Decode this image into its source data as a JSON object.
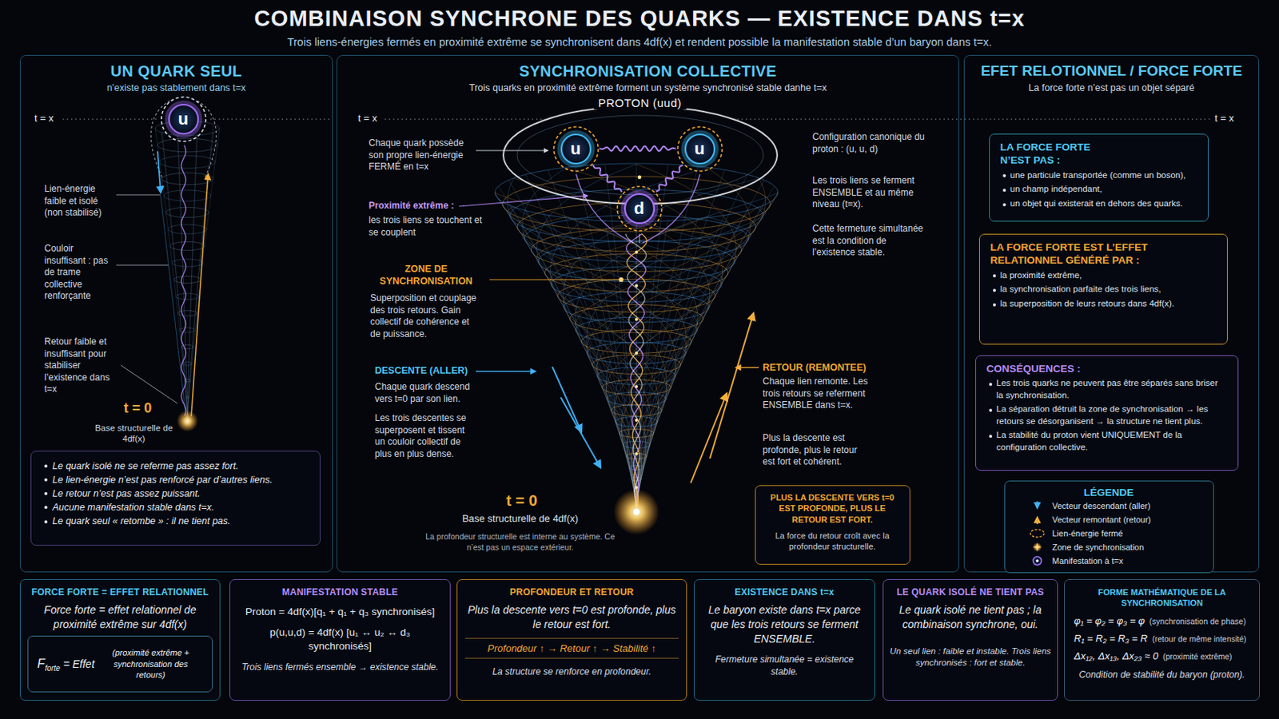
{
  "diagram": {
    "title": "COMBINAISON SYNCHRONE DES QUARKS — EXISTENCE DANS t=x",
    "caption": "Trois liens-énergies fermés en proximité extrême se synchronisent dans 4df(x) et rendent possible la manifestation stable d’un baryon dans t=x.",
    "nodes": [
      {
        "text": [
          "UN QUARK SEUL",
          "n’existe pas stablement dans t=x"
        ]
      },
      {
        "text": [
          "u"
        ],
        "in": 0
      },
      {
        "text": [
          "Le quark isolé ne se referme pas assez fort.",
          "Le lien-énergie n’est pas renforcé par d’autres liens.",
          "Le retour n’est pas assez puissant.",
          "Aucune manifestation stable dans t=x.",
          "Le quark seul « retombe » : il ne tient pas."
        ],
        "in": 0
      },
      {
        "text": [
          "SYNCHRONISATION COLLECTIVE",
          "Trois quarks en proximité extrême forment un système synchronisé stable danhe t=x"
        ]
      },
      {
        "text": [
          "PROTON (uud)"
        ],
        "in": 3
      },
      {
        "text": [
          "u"
        ],
        "in": 4
      },
      {
        "text": [
          "u"
        ],
        "in": 4
      },
      {
        "text": [
          "d"
        ],
        "in": 4
      },
      {
        "text": [
          "PLUS LA DESCENTE VERS t=0 EST PROFONDE, PLUS LE RETOUR EST FORT.",
          "La force du retour croît avec la profondeur structurelle."
        ],
        "in": 3
      },
      {
        "text": [
          "EFET RELOTIONNEL / FORCE FORTE",
          "La force forte n’est pas un objet séparé"
        ]
      },
      {
        "text": [
          "LA FORCE FORTE N’EST PAS :",
          "une particule transportée (comme un boson),",
          "un champ indépendant,",
          "un objet qui existerait en dehors des quarks."
        ],
        "in": 9
      },
      {
        "text": [
          "LA FORCE FORTE EST L’EFFET RELATIONNEL GÉNÉRÉ PAR :",
          "la proximité extrême,",
          "la synchronisation parfaite des trois liens,",
          "la superposition de leurs retours dans 4df(x)."
        ],
        "in": 9
      },
      {
        "text": [
          "CONSÉQUENCES :",
          "Les trois quarks ne peuvent pas être séparés sans briser la synchronisation.",
          "La séparation détruit la zone de synchronisation → les retours se désorganisent → la structure ne tient plus.",
          "La stabilité du proton vient UNIQUEMENT de la configuration collective."
        ],
        "in": 9
      },
      {
        "text": [
          "LÉGENDE"
        ],
        "in": 9
      },
      {
        "text": [
          "FORCE FORTE = EFFET RELATIONNEL",
          "Force forte = effet relationnel de proximité extrême sur 4df(x)"
        ]
      },
      {
        "text": [
          "F",
          "forte",
          "= Effet",
          "(proximité extrême + synchronisation des retours)"
        ],
        "in": 14
      },
      {
        "text": [
          "MANIFESTATION STABLE",
          "Proton = 4df(x)[q₁ + q₁ + q₃ synchronisés]",
          "p(u,u,d) = 4df(x) [u₁ ↔ u₂ ↔ d₃ synchronisés]",
          "Trois liens fermés ensemble → existence stable."
        ]
      },
      {
        "text": [
          "PROFONDEUR ET RETOUR",
          "Plus la descente vers t=0 est profonde, plus le retour est fort.",
          "Profondeur ↑ → Retour ↑ → Stabilité ↑",
          "La structure se renforce en profondeur."
        ]
      },
      {
        "text": [
          "EXISTENCE DANS t=x",
          "Le baryon existe dans t=x parce que les trois retours se ferment ENSEMBLE.",
          "Fermeture simultanée = existence stable."
        ]
      },
      {
        "text": [
          "LE QUARK ISOLÉ NE TIENT PAS",
          "Le quark isolé ne tient pas ; la combinaison synchrone, oui.",
          "Un seul lien : faible et instable. Trois liens synchronisés : fort et stable."
        ]
      },
      {
        "text": [
          "FORME MATHÉMATIQUE DE LA SYNCHRONISATION",
          "φ₁ = φ₂ = φ₃ = φ",
          "(synchronisation de phase)",
          "R₁ = R₂ = R₃ = R",
          "(retour de même intensité)",
          "Δx₁₂, Δx₁₃, Δx₂₃ ≈ 0",
          "(proximité extrême)",
          "Condition de stabilité du baryon (proton)."
        ]
      }
    ],
    "edges": [
      {
        "from": 5,
        "to": 6,
        "arrow": "none"
      },
      {
        "from": 5,
        "to": 7,
        "arrow": "none"
      },
      {
        "from": 6,
        "to": 7,
        "arrow": "none"
      }
    ],
    "labels": [
      "t = x",
      "Lien-énergie faible et isolé (non stabilisé)",
      "Couloir insuffisant : pas de trame collective renforçante",
      "Retour faible et insuffisant pour stabiliser l’existence dans t=x",
      "t = 0",
      "Base structurelle de 4df(x)",
      "t = x",
      "Chaque quark possède son propre lien-énergie FERMÉ en t=x",
      "Proximité extrême :",
      "les trois liens se touchent et se couplent",
      "ZONE DE SYNCHRONISATION",
      "Superposition et couplage des trois retours. Gain collectif de cohérence et de puissance.",
      "DESCENTE (ALLER)",
      "Chaque quark descend vers t=0 par son lien.",
      "Les trois descentes se superposent et tissent un couloir collectif de plus en plus dense.",
      "Configuration canonique du proton : (u, u, d)",
      "Les trois liens se ferment ENSEMBLE et au même niveau (t=x).",
      "Cette fermeture simultanée est la condition de l’existence stable.",
      "RETOUR (REMONTEE)",
      "Chaque lien remonte. Les trois retours se referment ENSEMBLE dans t=x.",
      "Plus la descente est profonde, plus le retour est fort et cohérent.",
      "t = 0",
      "Base structurelle de 4df(x)",
      "La profondeur structurelle est interne au système. Ce n’est pas un espace extérieur.",
      "t = x"
    ],
    "legend": [
      {
        "text": "Vecteur descendant (aller)"
      },
      {
        "text": "Vecteur remontant (retour)"
      },
      {
        "text": "Lien-énergie fermé"
      },
      {
        "text": "Zone de synchronisation"
      },
      {
        "text": "Manifestation à t=x"
      }
    ]
  }
}
